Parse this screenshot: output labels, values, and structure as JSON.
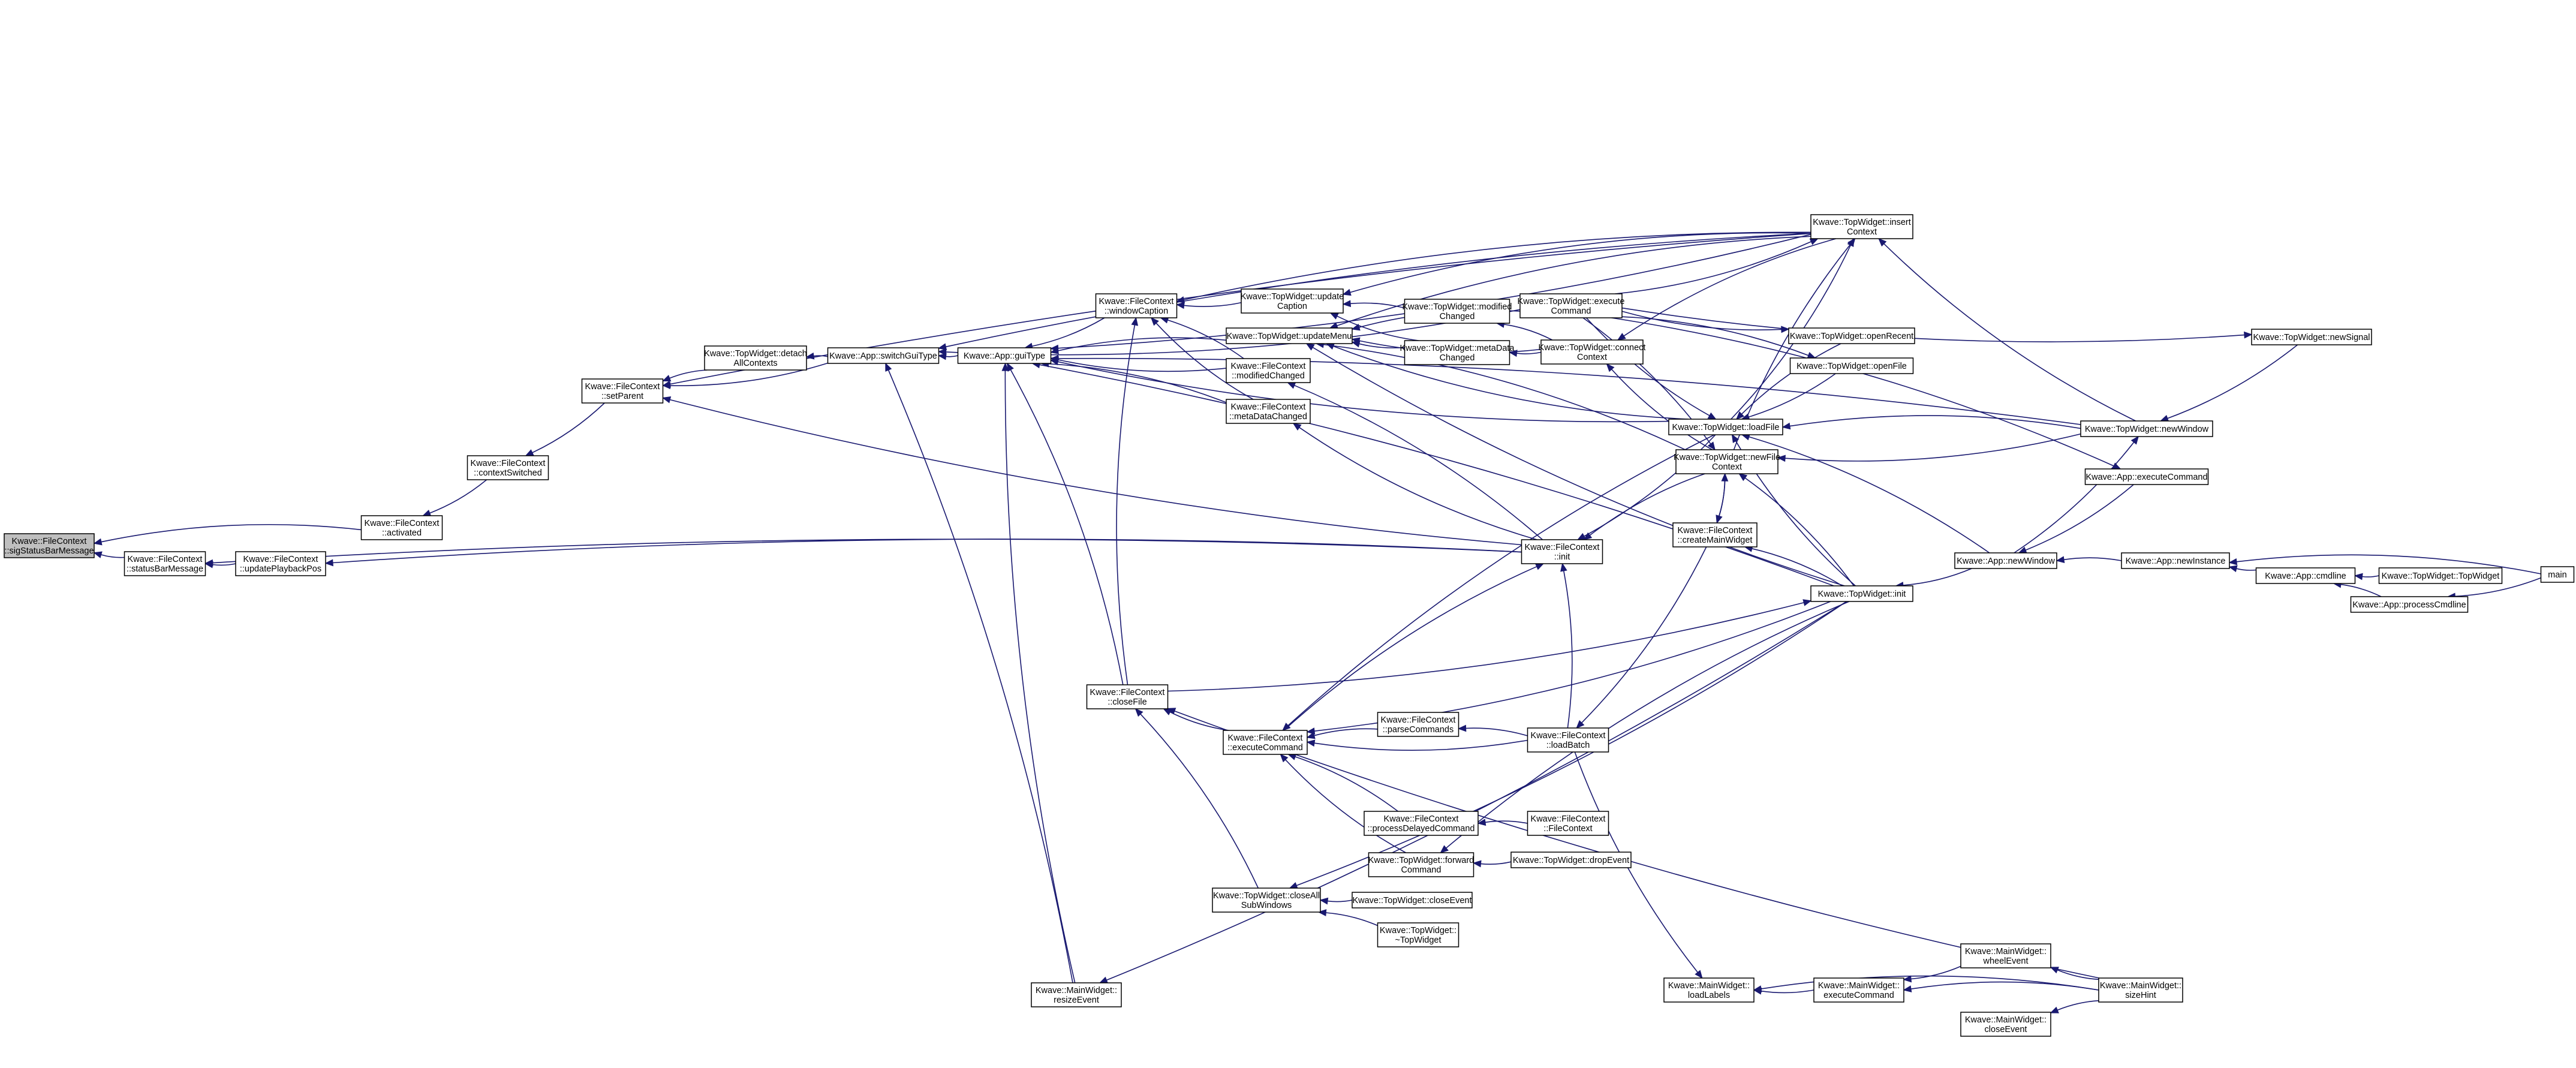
{
  "graph": {
    "start_node": "sigStatusBarMessage",
    "nodes": [
      {
        "id": "sigStatusBarMessage",
        "lines": [
          "Kwave::FileContext",
          "::sigStatusBarMessage"
        ]
      },
      {
        "id": "statusBarMessage",
        "lines": [
          "Kwave::FileContext",
          "::statusBarMessage"
        ]
      },
      {
        "id": "activated",
        "lines": [
          "Kwave::FileContext",
          "::activated"
        ]
      },
      {
        "id": "updatePlaybackPos",
        "lines": [
          "Kwave::FileContext",
          "::updatePlaybackPos"
        ]
      },
      {
        "id": "contextSwitched",
        "lines": [
          "Kwave::FileContext",
          "::contextSwitched"
        ]
      },
      {
        "id": "setParent",
        "lines": [
          "Kwave::FileContext",
          "::setParent"
        ]
      },
      {
        "id": "detachAllContexts",
        "lines": [
          "Kwave::TopWidget::detach",
          "AllContexts"
        ]
      },
      {
        "id": "switchGuiType",
        "lines": [
          "Kwave::App::switchGuiType"
        ]
      },
      {
        "id": "guiType",
        "lines": [
          "Kwave::App::guiType"
        ]
      },
      {
        "id": "windowCaption",
        "lines": [
          "Kwave::FileContext",
          "::windowCaption"
        ]
      },
      {
        "id": "updateCaption",
        "lines": [
          "Kwave::TopWidget::update",
          "Caption"
        ]
      },
      {
        "id": "updateMenu",
        "lines": [
          "Kwave::TopWidget::updateMenu"
        ]
      },
      {
        "id": "fcModifiedChanged",
        "lines": [
          "Kwave::FileContext",
          "::modifiedChanged"
        ]
      },
      {
        "id": "fcMetaDataChanged",
        "lines": [
          "Kwave::FileContext",
          "::metaDataChanged"
        ]
      },
      {
        "id": "twModifiedChanged",
        "lines": [
          "Kwave::TopWidget::modified",
          "Changed"
        ]
      },
      {
        "id": "twMetaDataChanged",
        "lines": [
          "Kwave::TopWidget::metaData",
          "Changed"
        ]
      },
      {
        "id": "twExecuteCommand",
        "lines": [
          "Kwave::TopWidget::execute",
          "Command"
        ]
      },
      {
        "id": "connectContext",
        "lines": [
          "Kwave::TopWidget::connect",
          "Context"
        ]
      },
      {
        "id": "insertContext",
        "lines": [
          "Kwave::TopWidget::insert",
          "Context"
        ]
      },
      {
        "id": "openRecent",
        "lines": [
          "Kwave::TopWidget::openRecent"
        ]
      },
      {
        "id": "openFile",
        "lines": [
          "Kwave::TopWidget::openFile"
        ]
      },
      {
        "id": "loadFile",
        "lines": [
          "Kwave::TopWidget::loadFile"
        ]
      },
      {
        "id": "newFileContext",
        "lines": [
          "Kwave::TopWidget::newFile",
          "Context"
        ]
      },
      {
        "id": "newSignal",
        "lines": [
          "Kwave::TopWidget::newSignal"
        ]
      },
      {
        "id": "newWindowTW",
        "lines": [
          "Kwave::TopWidget::newWindow"
        ]
      },
      {
        "id": "appExecuteCommand",
        "lines": [
          "Kwave::App::executeCommand"
        ]
      },
      {
        "id": "createMainWidget",
        "lines": [
          "Kwave::FileContext",
          "::createMainWidget"
        ]
      },
      {
        "id": "fcInit",
        "lines": [
          "Kwave::FileContext",
          "::init"
        ]
      },
      {
        "id": "twInit",
        "lines": [
          "Kwave::TopWidget::init"
        ]
      },
      {
        "id": "appNewWindow",
        "lines": [
          "Kwave::App::newWindow"
        ]
      },
      {
        "id": "newInstance",
        "lines": [
          "Kwave::App::newInstance"
        ]
      },
      {
        "id": "cmdline",
        "lines": [
          "Kwave::App::cmdline"
        ]
      },
      {
        "id": "twTopWidget",
        "lines": [
          "Kwave::TopWidget::TopWidget"
        ]
      },
      {
        "id": "processCmdline",
        "lines": [
          "Kwave::App::processCmdline"
        ]
      },
      {
        "id": "main",
        "lines": [
          "main"
        ]
      },
      {
        "id": "closeFile",
        "lines": [
          "Kwave::FileContext",
          "::closeFile"
        ]
      },
      {
        "id": "fcExecuteCommand",
        "lines": [
          "Kwave::FileContext",
          "::executeCommand"
        ]
      },
      {
        "id": "parseCommands",
        "lines": [
          "Kwave::FileContext",
          "::parseCommands"
        ]
      },
      {
        "id": "loadBatch",
        "lines": [
          "Kwave::FileContext",
          "::loadBatch"
        ]
      },
      {
        "id": "processDelayedCommand",
        "lines": [
          "Kwave::FileContext",
          "::processDelayedCommand"
        ]
      },
      {
        "id": "fcFileContext",
        "lines": [
          "Kwave::FileContext",
          "::FileContext"
        ]
      },
      {
        "id": "forwardCommand",
        "lines": [
          "Kwave::TopWidget::forward",
          "Command"
        ]
      },
      {
        "id": "dropEvent",
        "lines": [
          "Kwave::TopWidget::dropEvent"
        ]
      },
      {
        "id": "closeAllSubWindows",
        "lines": [
          "Kwave::TopWidget::closeAll",
          "SubWindows"
        ]
      },
      {
        "id": "twCloseEvent",
        "lines": [
          "Kwave::TopWidget::closeEvent"
        ]
      },
      {
        "id": "twDestructor",
        "lines": [
          "Kwave::TopWidget::",
          "~TopWidget"
        ]
      },
      {
        "id": "resizeEvent",
        "lines": [
          "Kwave::MainWidget::",
          "resizeEvent"
        ]
      },
      {
        "id": "loadLabels",
        "lines": [
          "Kwave::MainWidget::",
          "loadLabels"
        ]
      },
      {
        "id": "mwExecuteCommand",
        "lines": [
          "Kwave::MainWidget::",
          "executeCommand"
        ]
      },
      {
        "id": "wheelEvent",
        "lines": [
          "Kwave::MainWidget::",
          "wheelEvent"
        ]
      },
      {
        "id": "mwCloseEvent",
        "lines": [
          "Kwave::MainWidget::",
          "closeEvent"
        ]
      },
      {
        "id": "sizeHint",
        "lines": [
          "Kwave::MainWidget::",
          "sizeHint"
        ]
      }
    ],
    "edges": [
      [
        "statusBarMessage",
        "sigStatusBarMessage"
      ],
      [
        "activated",
        "sigStatusBarMessage"
      ],
      [
        "updatePlaybackPos",
        "statusBarMessage"
      ],
      [
        "fcInit",
        "statusBarMessage"
      ],
      [
        "contextSwitched",
        "activated"
      ],
      [
        "fcInit",
        "updatePlaybackPos"
      ],
      [
        "setParent",
        "contextSwitched"
      ],
      [
        "detachAllContexts",
        "setParent"
      ],
      [
        "switchGuiType",
        "setParent"
      ],
      [
        "insertContext",
        "setParent"
      ],
      [
        "fcInit",
        "setParent"
      ],
      [
        "switchGuiType",
        "detachAllContexts"
      ],
      [
        "guiType",
        "switchGuiType"
      ],
      [
        "insertContext",
        "switchGuiType"
      ],
      [
        "twExecuteCommand",
        "switchGuiType"
      ],
      [
        "resizeEvent",
        "switchGuiType"
      ],
      [
        "windowCaption",
        "guiType"
      ],
      [
        "updateMenu",
        "guiType"
      ],
      [
        "fcModifiedChanged",
        "guiType"
      ],
      [
        "fcMetaDataChanged",
        "guiType"
      ],
      [
        "insertContext",
        "guiType"
      ],
      [
        "newWindowTW",
        "guiType"
      ],
      [
        "loadFile",
        "guiType"
      ],
      [
        "closeFile",
        "guiType"
      ],
      [
        "resizeEvent",
        "guiType"
      ],
      [
        "twInit",
        "guiType"
      ],
      [
        "updateCaption",
        "windowCaption"
      ],
      [
        "fcModifiedChanged",
        "windowCaption"
      ],
      [
        "fcMetaDataChanged",
        "windowCaption"
      ],
      [
        "insertContext",
        "windowCaption"
      ],
      [
        "closeFile",
        "windowCaption"
      ],
      [
        "twModifiedChanged",
        "updateCaption"
      ],
      [
        "twMetaDataChanged",
        "updateCaption"
      ],
      [
        "insertContext",
        "updateCaption"
      ],
      [
        "twMetaDataChanged",
        "updateMenu"
      ],
      [
        "twExecuteCommand",
        "updateMenu"
      ],
      [
        "connectContext",
        "updateMenu"
      ],
      [
        "insertContext",
        "updateMenu"
      ],
      [
        "loadFile",
        "updateMenu"
      ],
      [
        "newFileContext",
        "updateMenu"
      ],
      [
        "twInit",
        "updateMenu"
      ],
      [
        "fcInit",
        "fcModifiedChanged"
      ],
      [
        "fcInit",
        "fcMetaDataChanged"
      ],
      [
        "connectContext",
        "twModifiedChanged"
      ],
      [
        "connectContext",
        "twMetaDataChanged"
      ],
      [
        "insertContext",
        "connectContext"
      ],
      [
        "newFileContext",
        "connectContext"
      ],
      [
        "twExecuteCommand",
        "insertContext"
      ],
      [
        "newWindowTW",
        "insertContext"
      ],
      [
        "loadFile",
        "insertContext"
      ],
      [
        "newFileContext",
        "insertContext"
      ],
      [
        "twExecuteCommand",
        "openRecent"
      ],
      [
        "twExecuteCommand",
        "openFile"
      ],
      [
        "twExecuteCommand",
        "loadFile"
      ],
      [
        "twExecuteCommand",
        "newFileContext"
      ],
      [
        "twExecuteCommand",
        "newSignal"
      ],
      [
        "twExecuteCommand",
        "appExecuteCommand"
      ],
      [
        "openRecent",
        "loadFile"
      ],
      [
        "openFile",
        "loadFile"
      ],
      [
        "newWindowTW",
        "loadFile"
      ],
      [
        "twInit",
        "loadFile"
      ],
      [
        "appNewWindow",
        "loadFile"
      ],
      [
        "newWindowTW",
        "newFileContext"
      ],
      [
        "twInit",
        "newFileContext"
      ],
      [
        "newSignal",
        "newWindowTW"
      ],
      [
        "appNewWindow",
        "newWindowTW"
      ],
      [
        "appExecuteCommand",
        "appNewWindow"
      ],
      [
        "newInstance",
        "appNewWindow"
      ],
      [
        "cmdline",
        "newInstance"
      ],
      [
        "main",
        "newInstance"
      ],
      [
        "twTopWidget",
        "cmdline"
      ],
      [
        "processCmdline",
        "cmdline"
      ],
      [
        "main",
        "processCmdline"
      ],
      [
        "createMainWidget",
        "newFileContext"
      ],
      [
        "newFileContext",
        "createMainWidget"
      ],
      [
        "twInit",
        "createMainWidget"
      ],
      [
        "loadFile",
        "fcInit"
      ],
      [
        "newFileContext",
        "fcInit"
      ],
      [
        "fcExecuteCommand",
        "fcInit"
      ],
      [
        "loadBatch",
        "fcInit"
      ],
      [
        "appNewWindow",
        "twInit"
      ],
      [
        "closeFile",
        "twInit"
      ],
      [
        "fcExecuteCommand",
        "closeFile"
      ],
      [
        "closeAllSubWindows",
        "closeFile"
      ],
      [
        "sizeHint",
        "closeFile"
      ],
      [
        "parseCommands",
        "fcExecuteCommand"
      ],
      [
        "loadBatch",
        "fcExecuteCommand"
      ],
      [
        "processDelayedCommand",
        "fcExecuteCommand"
      ],
      [
        "forwardCommand",
        "fcExecuteCommand"
      ],
      [
        "loadFile",
        "fcExecuteCommand"
      ],
      [
        "twInit",
        "fcExecuteCommand"
      ],
      [
        "loadBatch",
        "parseCommands"
      ],
      [
        "createMainWidget",
        "loadBatch"
      ],
      [
        "fcFileContext",
        "processDelayedCommand"
      ],
      [
        "dropEvent",
        "forwardCommand"
      ],
      [
        "twInit",
        "forwardCommand"
      ],
      [
        "twCloseEvent",
        "closeAllSubWindows"
      ],
      [
        "twDestructor",
        "closeAllSubWindows"
      ],
      [
        "twInit",
        "closeAllSubWindows"
      ],
      [
        "loadBatch",
        "loadLabels"
      ],
      [
        "mwExecuteCommand",
        "loadLabels"
      ],
      [
        "sizeHint",
        "loadLabels"
      ],
      [
        "wheelEvent",
        "mwExecuteCommand"
      ],
      [
        "sizeHint",
        "mwExecuteCommand"
      ],
      [
        "sizeHint",
        "wheelEvent"
      ],
      [
        "sizeHint",
        "mwCloseEvent"
      ],
      [
        "twInit",
        "resizeEvent"
      ]
    ]
  }
}
